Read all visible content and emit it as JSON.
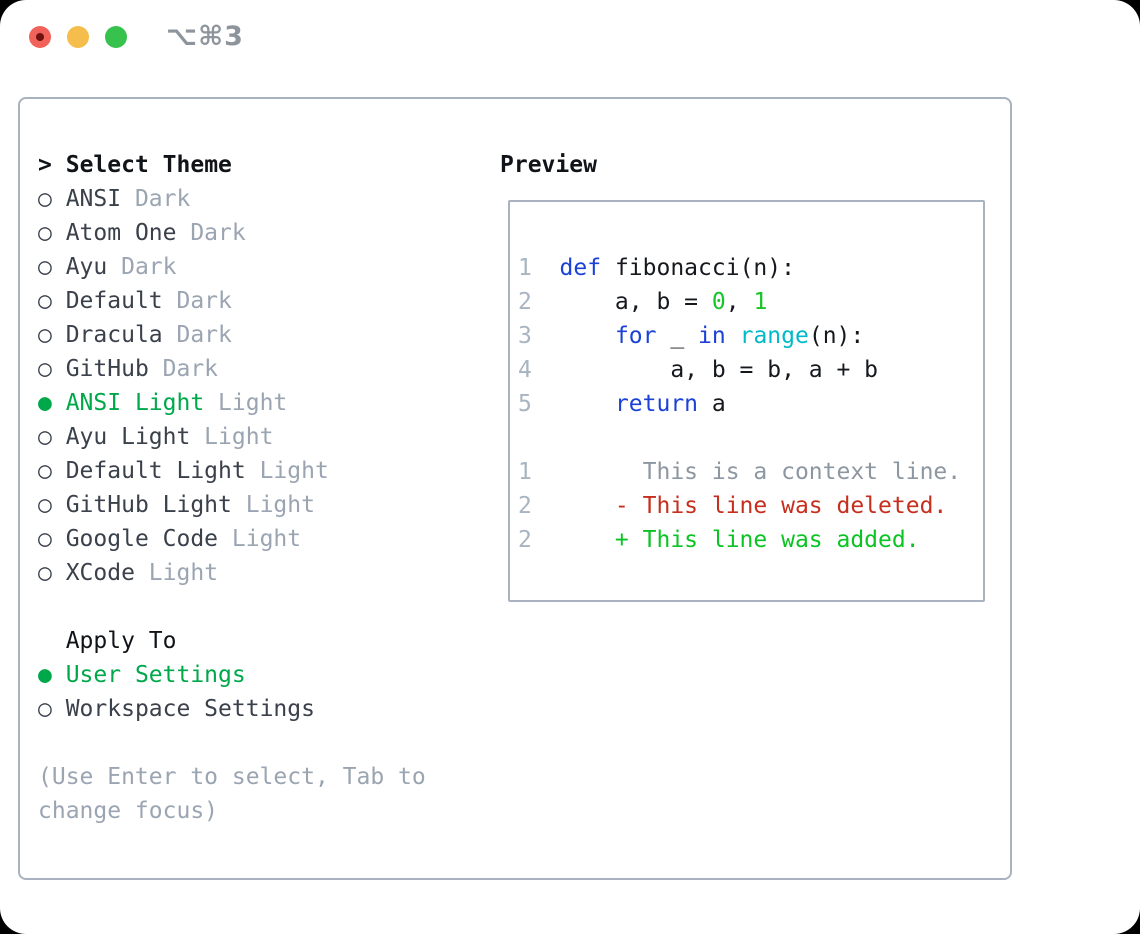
{
  "window": {
    "title": "⌥⌘3"
  },
  "icons": {
    "selected_marker": "●",
    "unselected_marker": "○"
  },
  "theme_picker": {
    "cursor": ">",
    "header": "Select Theme",
    "items": [
      {
        "name": "ANSI",
        "tag": "Dark",
        "selected": false
      },
      {
        "name": "Atom One",
        "tag": "Dark",
        "selected": false
      },
      {
        "name": "Ayu",
        "tag": "Dark",
        "selected": false
      },
      {
        "name": "Default",
        "tag": "Dark",
        "selected": false
      },
      {
        "name": "Dracula",
        "tag": "Dark",
        "selected": false
      },
      {
        "name": "GitHub",
        "tag": "Dark",
        "selected": false
      },
      {
        "name": "ANSI Light",
        "tag": "Light",
        "selected": true
      },
      {
        "name": "Ayu Light",
        "tag": "Light",
        "selected": false
      },
      {
        "name": "Default Light",
        "tag": "Light",
        "selected": false
      },
      {
        "name": "GitHub Light",
        "tag": "Light",
        "selected": false
      },
      {
        "name": "Google Code",
        "tag": "Light",
        "selected": false
      },
      {
        "name": "XCode",
        "tag": "Light",
        "selected": false
      }
    ],
    "apply_header": "Apply To",
    "apply_options": [
      {
        "label": "User Settings",
        "selected": true
      },
      {
        "label": "Workspace Settings",
        "selected": false
      }
    ],
    "help_line1": "(Use Enter to select, Tab to",
    "help_line2": "change focus)"
  },
  "preview": {
    "header": "Preview",
    "lines": [
      {
        "num": "1",
        "segments": [
          {
            "t": "def",
            "c": "kw"
          },
          {
            "t": " fibonacci(n):",
            "c": "fg"
          }
        ]
      },
      {
        "num": "2",
        "segments": [
          {
            "t": "    a, b = ",
            "c": "fg"
          },
          {
            "t": "0",
            "c": "num"
          },
          {
            "t": ", ",
            "c": "fg"
          },
          {
            "t": "1",
            "c": "num"
          }
        ]
      },
      {
        "num": "3",
        "segments": [
          {
            "t": "    ",
            "c": "fg"
          },
          {
            "t": "for",
            "c": "kw"
          },
          {
            "t": " _ ",
            "c": "fg"
          },
          {
            "t": "in",
            "c": "kw"
          },
          {
            "t": " ",
            "c": "fg"
          },
          {
            "t": "range",
            "c": "bi"
          },
          {
            "t": "(n):",
            "c": "fg"
          }
        ]
      },
      {
        "num": "4",
        "segments": [
          {
            "t": "        a, b = b, a + b",
            "c": "fg"
          }
        ]
      },
      {
        "num": "5",
        "segments": [
          {
            "t": "    ",
            "c": "fg"
          },
          {
            "t": "return",
            "c": "kw"
          },
          {
            "t": " a",
            "c": "fg"
          }
        ]
      },
      {
        "num": "",
        "segments": []
      },
      {
        "num": "1",
        "segments": [
          {
            "t": "      This is a context line.",
            "c": "ctx"
          }
        ]
      },
      {
        "num": "2",
        "segments": [
          {
            "t": "    - This line was deleted.",
            "c": "del"
          }
        ]
      },
      {
        "num": "2",
        "segments": [
          {
            "t": "    + This line was added.",
            "c": "add"
          }
        ]
      }
    ]
  },
  "colors": {
    "selected_green": "#00a84a",
    "text_dark": "#3a414b",
    "text_black": "#101418",
    "muted_gray": "#9ba5b2",
    "line_number": "#a9b4c2",
    "keyword_blue": "#1b41d7",
    "builtin_cyan": "#00b9c9",
    "number_green": "#16c528",
    "code_fg": "#15191e",
    "context_gray": "#8d97a2",
    "deleted_red": "#c62f1d",
    "added_green": "#0bc424",
    "border_gray": "#a9b2bf",
    "title_gray": "#8d949c",
    "traffic_red": "#f1625a",
    "traffic_red_dot": "#70100f",
    "traffic_yellow": "#f5bd4b",
    "traffic_green": "#37c24e"
  }
}
